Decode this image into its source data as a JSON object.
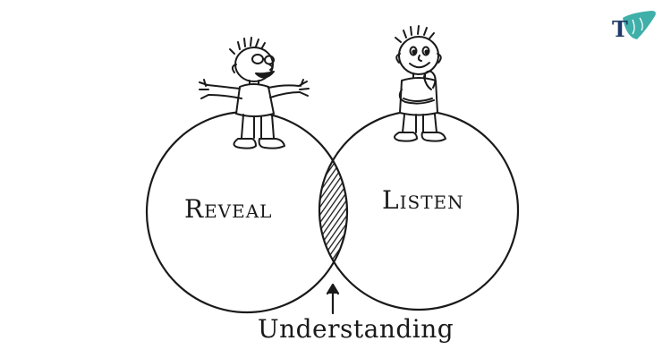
{
  "diagram": {
    "left_circle_label": "Reveal",
    "right_circle_label": "Listen",
    "overlap_label": "Understanding"
  },
  "logo": {
    "text": "T"
  },
  "colors": {
    "ink": "#1a1a1a",
    "background": "#ffffff",
    "logo_navy": "#1f3a66",
    "logo_teal": "#2aa6a0"
  }
}
